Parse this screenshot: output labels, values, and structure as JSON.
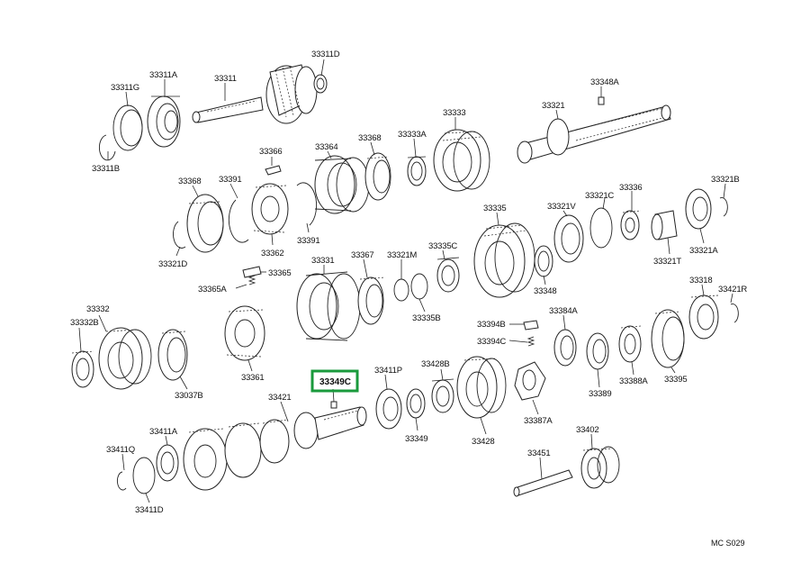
{
  "diagram": {
    "labels": {
      "l_33311G": "33311G",
      "l_33311A": "33311A",
      "l_33311": "33311",
      "l_33311D": "33311D",
      "l_33311B": "33311B",
      "l_33348A": "33348A",
      "l_33321": "33321",
      "l_33366": "33366",
      "l_33364": "33364",
      "l_33368a": "33368",
      "l_33333A": "33333A",
      "l_33333": "33333",
      "l_33368b": "33368",
      "l_33391a": "33391",
      "l_33362": "33362",
      "l_33391b": "33391",
      "l_33321D": "33321D",
      "l_33365": "33365",
      "l_33365A": "33365A",
      "l_33335": "33335",
      "l_33321V": "33321V",
      "l_33321C": "33321C",
      "l_33336": "33336",
      "l_33321B": "33321B",
      "l_33321T": "33321T",
      "l_33321A": "33321A",
      "l_33331": "33331",
      "l_33367": "33367",
      "l_33321M": "33321M",
      "l_33335C": "33335C",
      "l_33348": "33348",
      "l_33335B": "33335B",
      "l_33318": "33318",
      "l_33421R": "33421R",
      "l_33332": "33332",
      "l_33332B": "33332B",
      "l_33037B": "33037B",
      "l_33361": "33361",
      "l_33394B": "33394B",
      "l_33394C": "33394C",
      "l_33384A": "33384A",
      "l_33389": "33389",
      "l_33388A": "33388A",
      "l_33395": "33395",
      "l_33349C": "33349C",
      "l_33411P": "33411P",
      "l_33428B": "33428B",
      "l_33428": "33428",
      "l_33349": "33349",
      "l_33387A": "33387A",
      "l_33421": "33421",
      "l_33411A": "33411A",
      "l_33411Q": "33411Q",
      "l_33411D": "33411D",
      "l_33402": "33402",
      "l_33451": "33451"
    },
    "highlighted_part": "33349C",
    "highlight_color": "#1a9a3c",
    "footer_code": "MC  S029"
  }
}
